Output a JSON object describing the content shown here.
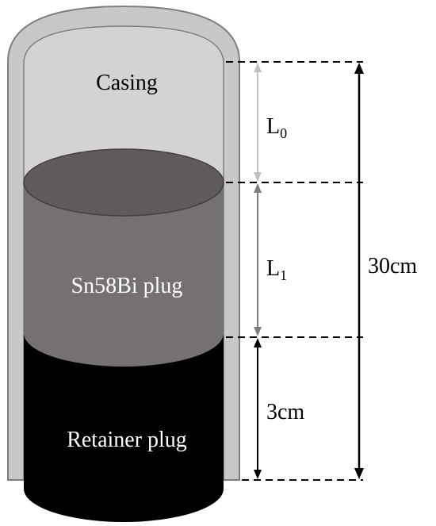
{
  "labels": {
    "casing": "Casing",
    "sn58bi_plug": "Sn58Bi plug",
    "retainer_plug": "Retainer plug"
  },
  "dimensions": {
    "l0": {
      "base": "L",
      "sub": "0"
    },
    "l1": {
      "base": "L",
      "sub": "1"
    },
    "retainer_height": "3cm",
    "total_height": "30cm"
  },
  "colors": {
    "casing_wall": "#c8c8c8",
    "casing_interior": "#d4d2d2",
    "casing_outline": "#7f7f7f",
    "sn58bi_body": "#767171",
    "sn58bi_top": "#5f5b5b",
    "retainer_body": "#000000",
    "arrow_l0": "#bfbfbf",
    "arrow_l1": "#7f7f7f",
    "arrow_dark": "#000000"
  }
}
